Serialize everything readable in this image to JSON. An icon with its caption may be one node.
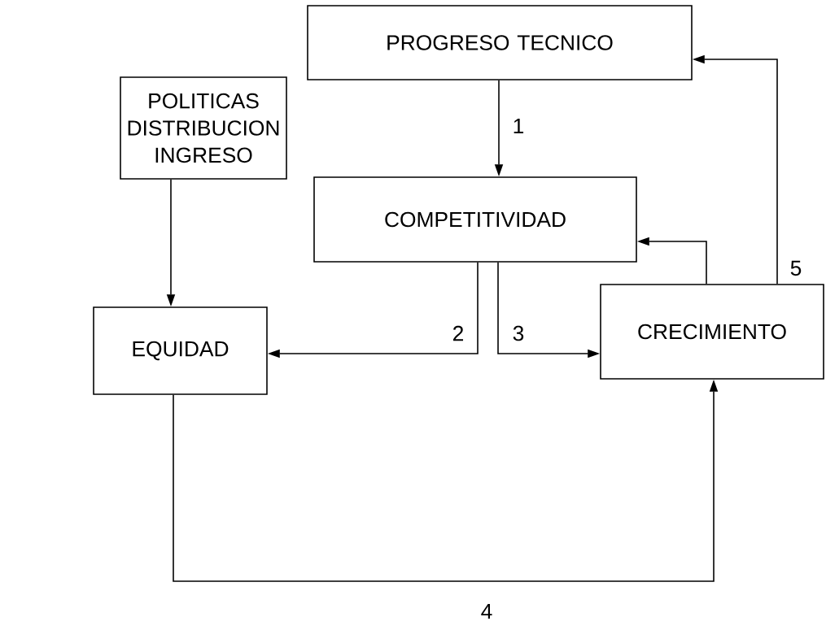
{
  "diagram": {
    "nodes": [
      {
        "text": [
          "PROGRESO TECNICO"
        ]
      },
      {
        "text": [
          "POLITICAS DISTRIBUCION INGRESO"
        ]
      },
      {
        "text": [
          "COMPETITIVIDAD"
        ]
      },
      {
        "text": [
          "EQUIDAD"
        ]
      },
      {
        "text": [
          "CRECIMIENTO"
        ]
      }
    ],
    "edges": [
      {
        "from": 0,
        "to": 2,
        "arrow": "to",
        "label": "1"
      },
      {
        "from": 1,
        "to": 3,
        "arrow": "to"
      },
      {
        "from": 2,
        "to": 3,
        "arrow": "to",
        "label": "2"
      },
      {
        "from": 2,
        "to": 4,
        "arrow": "to",
        "label": "3"
      },
      {
        "from": 3,
        "to": 4,
        "arrow": "to",
        "label": "4"
      },
      {
        "from": 4,
        "to": 2,
        "arrow": "to"
      },
      {
        "from": 4,
        "to": 0,
        "arrow": "to",
        "label": "5"
      }
    ]
  }
}
